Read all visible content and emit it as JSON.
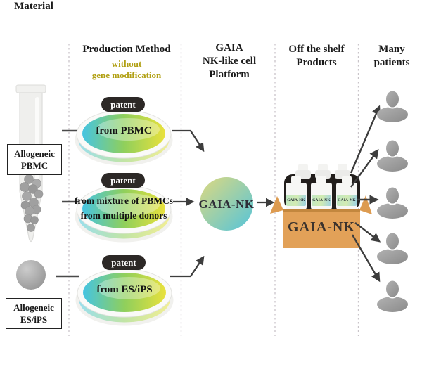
{
  "header": {
    "columns": [
      {
        "label": "Material"
      },
      {
        "label": "Production Method",
        "sub_line1": "without",
        "sub_line2": "gene modification"
      },
      {
        "line1": "GAIA",
        "line2": "NK-like cell",
        "line3": "Platform"
      },
      {
        "line1": "Off the shelf",
        "line2": "Products"
      },
      {
        "line1": "Many",
        "line2": "patients"
      }
    ]
  },
  "materials": {
    "pbmc_label_line1": "Allogeneic",
    "pbmc_label_line2": "PBMC",
    "es_label_line1": "Allogeneic",
    "es_label_line2": "ES/iPS"
  },
  "dishes": [
    {
      "badge": "patent",
      "line1": "from PBMC"
    },
    {
      "badge": "patent",
      "line1": "from mixture of PBMCs",
      "line2": "from multiple donors"
    },
    {
      "badge": "patent",
      "line1": "from ES/iPS"
    }
  ],
  "platform": {
    "label": "GAIA-NK"
  },
  "products": {
    "box_label": "GAIA-NK",
    "bottle_label": "GAIA-NK"
  },
  "patients": {
    "count": 5
  },
  "colors": {
    "accent_gold": "#b1a014",
    "dish_cyan": "#45c4e2",
    "dish_green": "#8fcf5c",
    "dish_yellow": "#e9e13c",
    "box_tan": "#e2a158",
    "badge_dark": "#2c2826",
    "arrow_gray": "#3d3d3d",
    "patient_gray": "#9a9a9a"
  }
}
